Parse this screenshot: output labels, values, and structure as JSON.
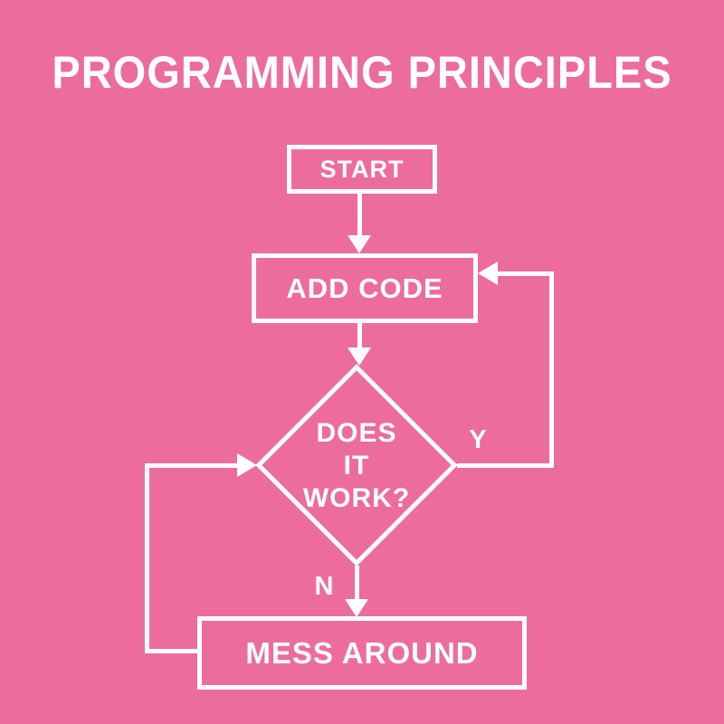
{
  "title": "PROGRAMMING PRINCIPLES",
  "colors": {
    "background": "#ec6d9c",
    "foreground": "#ffffff"
  },
  "flowchart": {
    "nodes": [
      {
        "id": "start",
        "type": "box",
        "label": "START"
      },
      {
        "id": "add-code",
        "type": "box",
        "label": "ADD CODE"
      },
      {
        "id": "does-it-work",
        "type": "diamond",
        "label": "DOES IT WORK?",
        "lines": [
          "DOES",
          "IT",
          "WORK?"
        ]
      },
      {
        "id": "mess-around",
        "type": "box",
        "label": "MESS AROUND"
      }
    ],
    "edges": [
      {
        "from": "start",
        "to": "add-code",
        "label": ""
      },
      {
        "from": "add-code",
        "to": "does-it-work",
        "label": ""
      },
      {
        "from": "does-it-work",
        "to": "add-code",
        "label": "Y",
        "side": "right-loop"
      },
      {
        "from": "does-it-work",
        "to": "mess-around",
        "label": "N"
      },
      {
        "from": "mess-around",
        "to": "does-it-work",
        "label": "",
        "side": "left-loop"
      }
    ],
    "labels": {
      "yes": "Y",
      "no": "N"
    }
  }
}
